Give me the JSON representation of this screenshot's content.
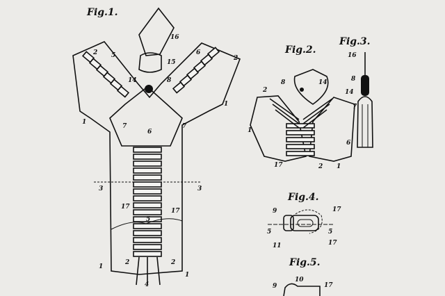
{
  "figures": {
    "fig1": {
      "title": "Fig.1.",
      "labels": [
        "16",
        "15",
        "14",
        "8",
        "2",
        "5",
        "6",
        "2",
        "1",
        "1",
        "7",
        "7",
        "6",
        "3",
        "3",
        "17",
        "17",
        "5",
        "1",
        "2",
        "2",
        "1",
        "4"
      ]
    },
    "fig2": {
      "title": "Fig.2.",
      "labels": [
        "8",
        "14",
        "2",
        "1",
        "17",
        "2",
        "1"
      ]
    },
    "fig3": {
      "title": "Fig.3.",
      "labels": [
        "16",
        "8",
        "14",
        "7",
        "6"
      ]
    },
    "fig4": {
      "title": "Fig.4.",
      "labels": [
        "9",
        "17",
        "5",
        "5",
        "11",
        "17"
      ]
    },
    "fig5": {
      "title": "Fig.5.",
      "labels": [
        "9",
        "10",
        "17"
      ]
    }
  },
  "colors": {
    "paper": "#ecebe8",
    "ink": "#111111"
  }
}
